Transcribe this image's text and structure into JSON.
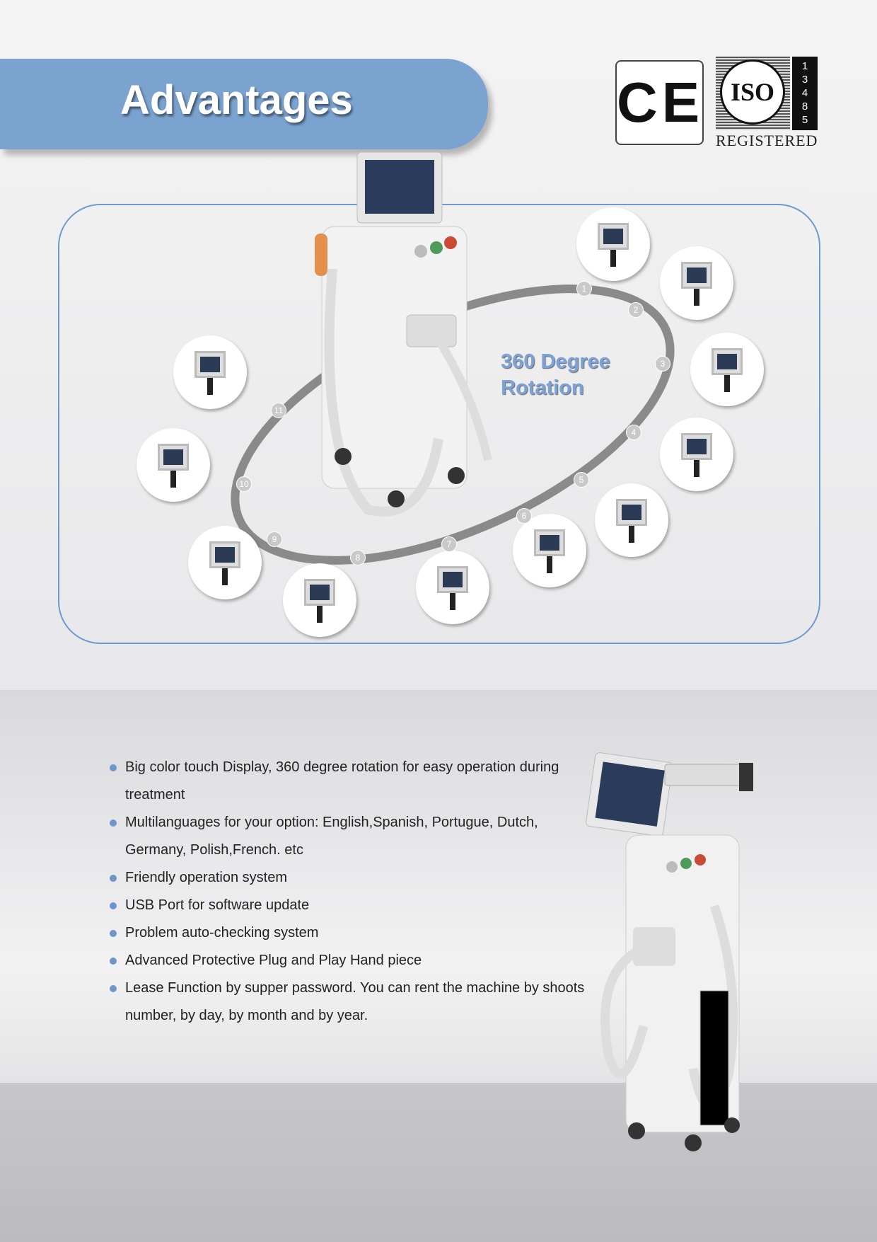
{
  "header": {
    "title": "Advantages"
  },
  "certifications": {
    "ce": "CE",
    "iso_logo": "ISO",
    "iso_number": [
      "1",
      "3",
      "4",
      "8",
      "5"
    ],
    "iso_label": "REGISTERED"
  },
  "rotation": {
    "label_line1": "360 Degree",
    "label_line2": "Rotation",
    "positions": [
      "1",
      "2",
      "3",
      "4",
      "5",
      "6",
      "7",
      "8",
      "9",
      "10",
      "11"
    ]
  },
  "features": [
    "Big color touch Display, 360 degree rotation for easy operation during treatment",
    "Multilanguages for your option: English,Spanish, Portugue, Dutch, Germany, Polish,French. etc",
    "Friendly operation system",
    "USB Port for software update",
    "Problem auto-checking system",
    "Advanced Protective Plug and Play Hand piece",
    "Lease Function by supper password. You can rent the machine by shoots number, by day, by month and by year."
  ],
  "colors": {
    "accent": "#7ba3cf",
    "frame": "#6d9ad0"
  }
}
